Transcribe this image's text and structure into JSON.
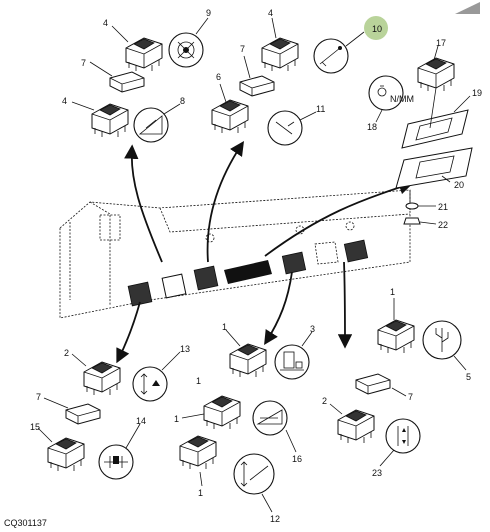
{
  "figure_code": "CQ301137",
  "callouts": [
    "4",
    "9",
    "4",
    "10",
    "7",
    "7",
    "17",
    "6",
    "4",
    "8",
    "19",
    "11",
    "18",
    "20",
    "21",
    "22",
    "1",
    "1",
    "3",
    "2",
    "13",
    "5",
    "7",
    "1",
    "7",
    "1",
    "2",
    "14",
    "15",
    "16",
    "23",
    "1",
    "12"
  ],
  "decals": {
    "18": "N/MM"
  },
  "colors": {
    "highlight": "#b9d39a",
    "corner_tab": "#999999",
    "line": "#111111"
  }
}
